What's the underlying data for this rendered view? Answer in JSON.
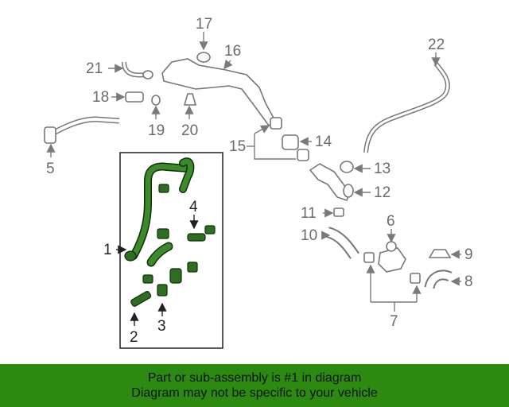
{
  "callouts": {
    "c1": "1",
    "c2": "2",
    "c3": "3",
    "c4": "4",
    "c5": "5",
    "c6": "6",
    "c7": "7",
    "c8": "8",
    "c9": "9",
    "c10": "10",
    "c11": "11",
    "c12": "12",
    "c13": "13",
    "c14": "14",
    "c15": "15",
    "c16": "16",
    "c17": "17",
    "c18": "18",
    "c19": "19",
    "c20": "20",
    "c21": "21",
    "c22": "22"
  },
  "banner": {
    "line1": "Part or sub-assembly is #1 in diagram",
    "line2": "Diagram may not be specific to your vehicle"
  },
  "colors": {
    "highlight": "#2f6e22",
    "banner": "#2b8a0f"
  }
}
